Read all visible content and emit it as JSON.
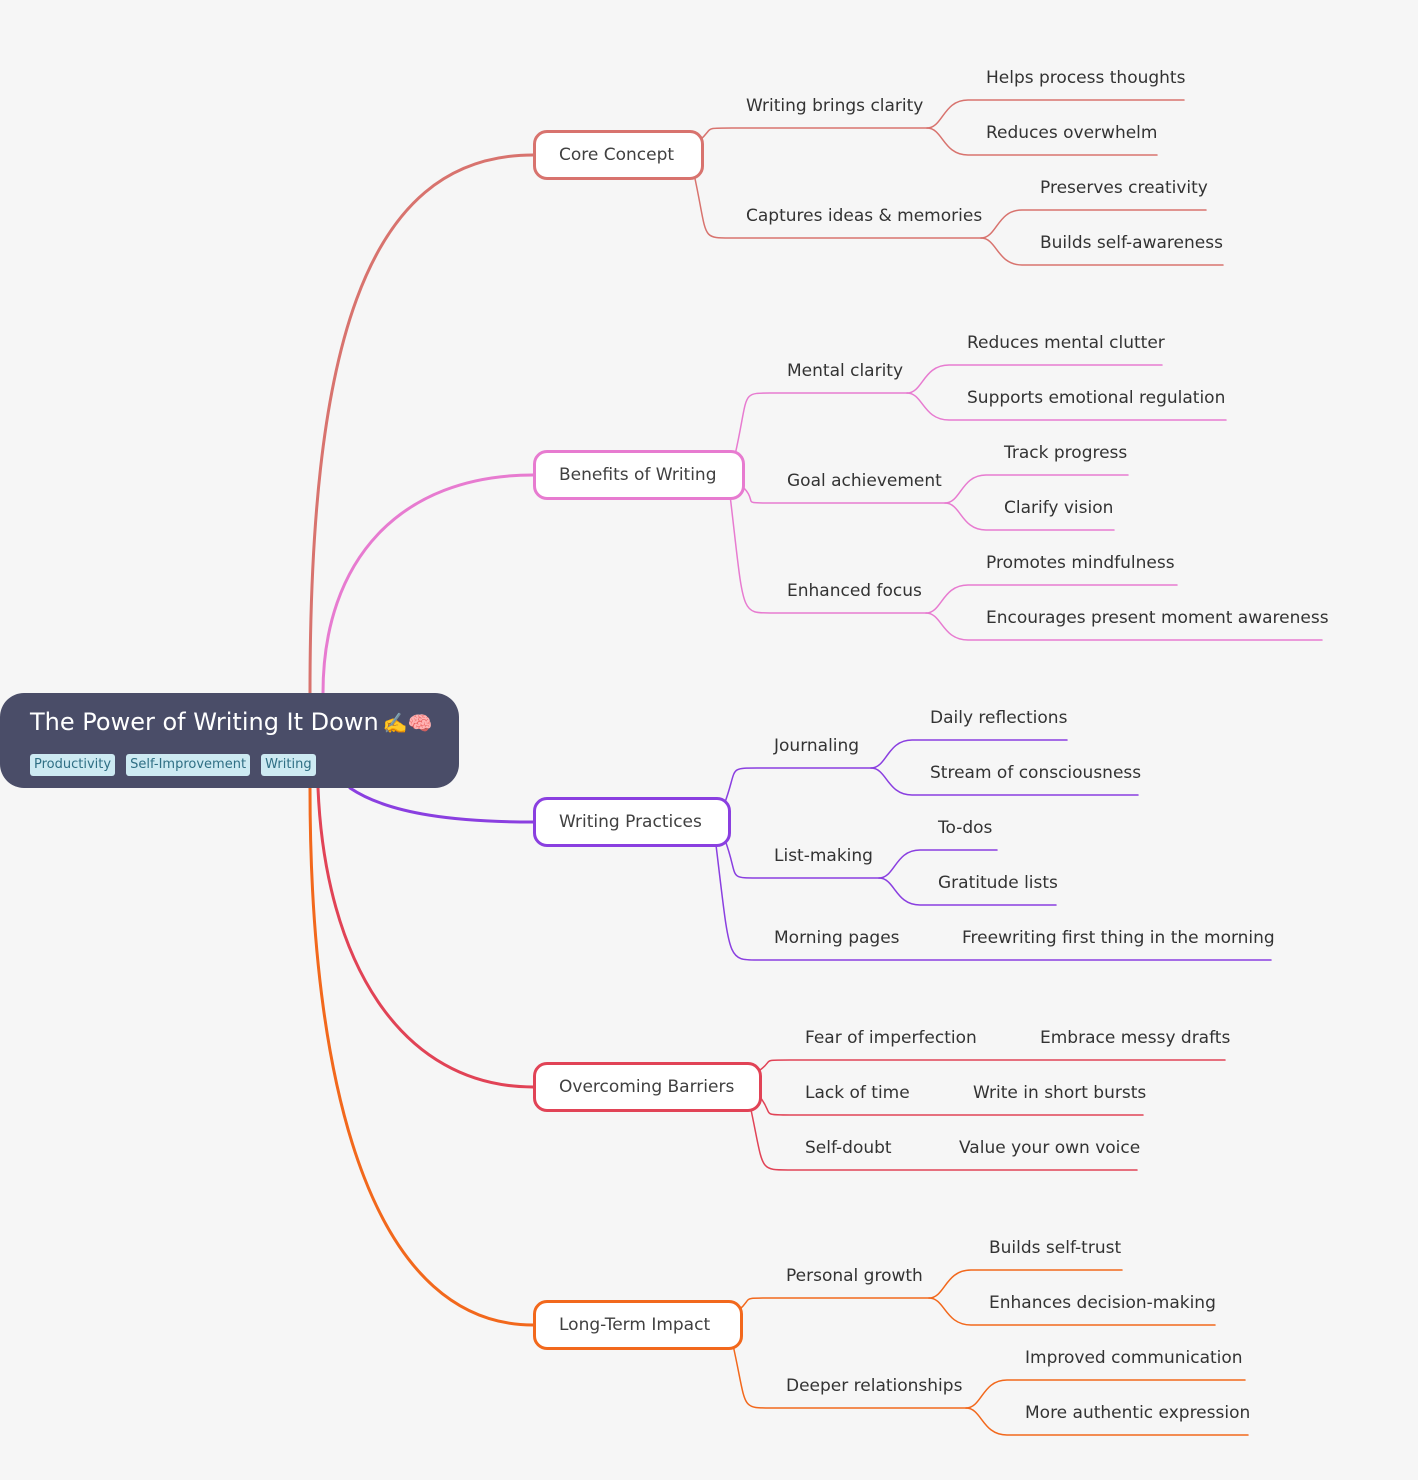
{
  "root": {
    "title": "The Power of Writing It Down",
    "emoji": "✍️🧠",
    "tags": [
      "Productivity",
      "Self-Improvement",
      "Writing"
    ]
  },
  "colors": {
    "core_concept": "#d8736e",
    "benefits": "#e77bd0",
    "practices": "#8a3fe0",
    "barriers": "#e14356",
    "impact": "#f2681c"
  },
  "branches": [
    {
      "label": "Core Concept",
      "children": [
        {
          "label": "Writing brings clarity",
          "children": [
            "Helps process thoughts",
            "Reduces overwhelm"
          ]
        },
        {
          "label": "Captures ideas & memories",
          "children": [
            "Preserves creativity",
            "Builds self-awareness"
          ]
        }
      ]
    },
    {
      "label": "Benefits of Writing",
      "children": [
        {
          "label": "Mental clarity",
          "children": [
            "Reduces mental clutter",
            "Supports emotional regulation"
          ]
        },
        {
          "label": "Goal achievement",
          "children": [
            "Track progress",
            "Clarify vision"
          ]
        },
        {
          "label": "Enhanced focus",
          "children": [
            "Promotes mindfulness",
            "Encourages present moment awareness"
          ]
        }
      ]
    },
    {
      "label": "Writing Practices",
      "children": [
        {
          "label": "Journaling",
          "children": [
            "Daily reflections",
            "Stream of consciousness"
          ]
        },
        {
          "label": "List-making",
          "children": [
            "To-dos",
            "Gratitude lists"
          ]
        },
        {
          "label": "Morning pages",
          "children": [
            "Freewriting first thing in the morning"
          ]
        }
      ]
    },
    {
      "label": "Overcoming Barriers",
      "children": [
        {
          "label": "Fear of imperfection",
          "children": [
            "Embrace messy drafts"
          ]
        },
        {
          "label": "Lack of time",
          "children": [
            "Write in short bursts"
          ]
        },
        {
          "label": "Self-doubt",
          "children": [
            "Value your own voice"
          ]
        }
      ]
    },
    {
      "label": "Long-Term Impact",
      "children": [
        {
          "label": "Personal growth",
          "children": [
            "Builds self-trust",
            "Enhances decision-making"
          ]
        },
        {
          "label": "Deeper relationships",
          "children": [
            "Improved communication",
            "More authentic expression"
          ]
        }
      ]
    }
  ]
}
